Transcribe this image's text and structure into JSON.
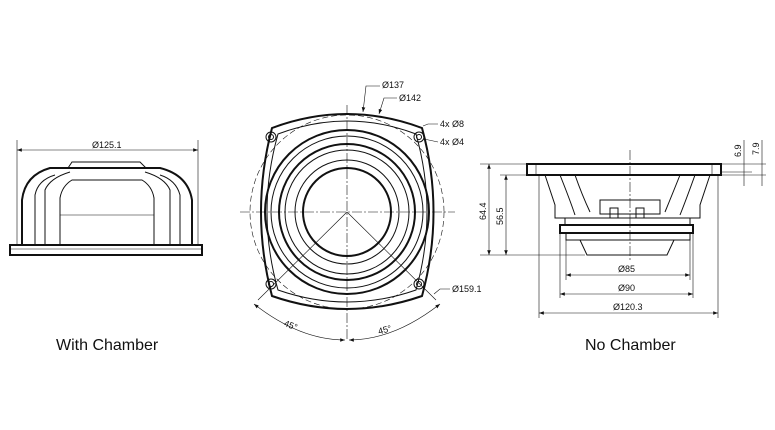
{
  "views": {
    "left": {
      "caption": "With Chamber",
      "diameter": "Ø125.1"
    },
    "front": {
      "d137": "Ø137",
      "d142": "Ø142",
      "holes8": "4x Ø8",
      "holes4": "4x Ø4",
      "d159": "Ø159.1",
      "angle_left": "45°",
      "angle_right": "45°"
    },
    "right": {
      "caption": "No Chamber",
      "d85": "Ø85",
      "d90": "Ø90",
      "d120": "Ø120.3",
      "h64": "64.4",
      "h56": "56.5",
      "h69": "6.9",
      "h79": "7.9"
    }
  }
}
